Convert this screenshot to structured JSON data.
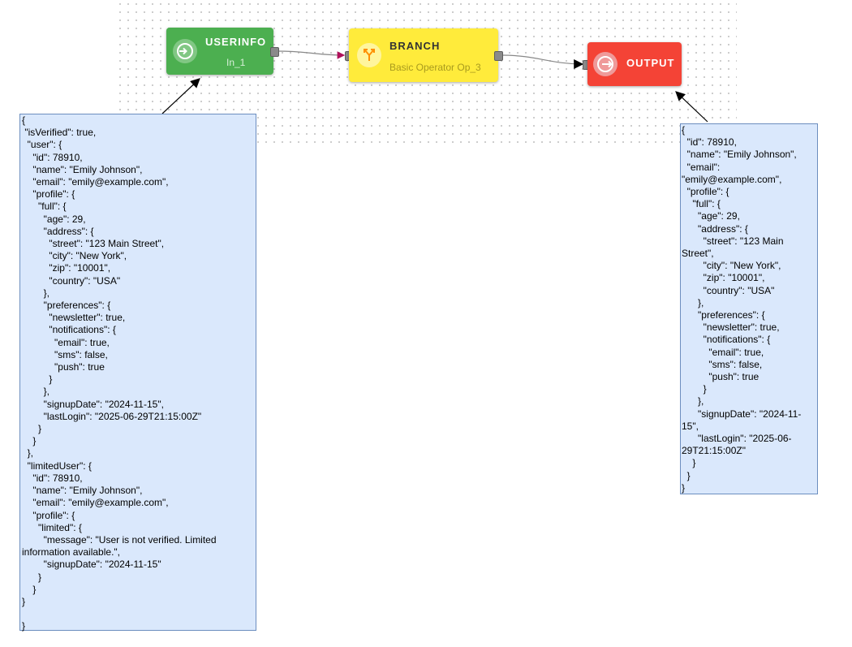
{
  "nodes": {
    "userinfo": {
      "title": "USERINFO",
      "subtitle": "In_1",
      "color": "#4caf50",
      "icon": "login-icon"
    },
    "branch": {
      "title": "BRANCH",
      "subtitle": "Basic Operator Op_3",
      "color": "#ffeb3b",
      "icon": "branch-icon"
    },
    "output": {
      "title": "OUTPUT",
      "subtitle": "",
      "color": "#f44336",
      "icon": "logout-icon"
    }
  },
  "input_json": "{\n \"isVerified\": true,\n  \"user\": {\n    \"id\": 78910,\n    \"name\": \"Emily Johnson\",\n    \"email\": \"emily@example.com\",\n    \"profile\": {\n      \"full\": {\n        \"age\": 29,\n        \"address\": {\n          \"street\": \"123 Main Street\",\n          \"city\": \"New York\",\n          \"zip\": \"10001\",\n          \"country\": \"USA\"\n        },\n        \"preferences\": {\n          \"newsletter\": true,\n          \"notifications\": {\n            \"email\": true,\n            \"sms\": false,\n            \"push\": true\n          }\n        },\n        \"signupDate\": \"2024-11-15\",\n        \"lastLogin\": \"2025-06-29T21:15:00Z\"\n      }\n    }\n  },\n  \"limitedUser\": {\n    \"id\": 78910,\n    \"name\": \"Emily Johnson\",\n    \"email\": \"emily@example.com\",\n    \"profile\": {\n      \"limited\": {\n        \"message\": \"User is not verified. Limited information available.\",\n        \"signupDate\": \"2024-11-15\"\n      }\n    }\n}\n\n}",
  "output_json": "{\n  \"id\": 78910,\n  \"name\": \"Emily Johnson\",\n  \"email\": \"emily@example.com\",\n  \"profile\": {\n    \"full\": {\n      \"age\": 29,\n      \"address\": {\n        \"street\": \"123 Main Street\",\n        \"city\": \"New York\",\n        \"zip\": \"10001\",\n        \"country\": \"USA\"\n      },\n      \"preferences\": {\n        \"newsletter\": true,\n        \"notifications\": {\n          \"email\": true,\n          \"sms\": false,\n          \"push\": true\n        }\n      },\n      \"signupDate\": \"2024-11-15\",\n      \"lastLogin\": \"2025-06-29T21:15:00Z\"\n    }\n  }\n}"
}
